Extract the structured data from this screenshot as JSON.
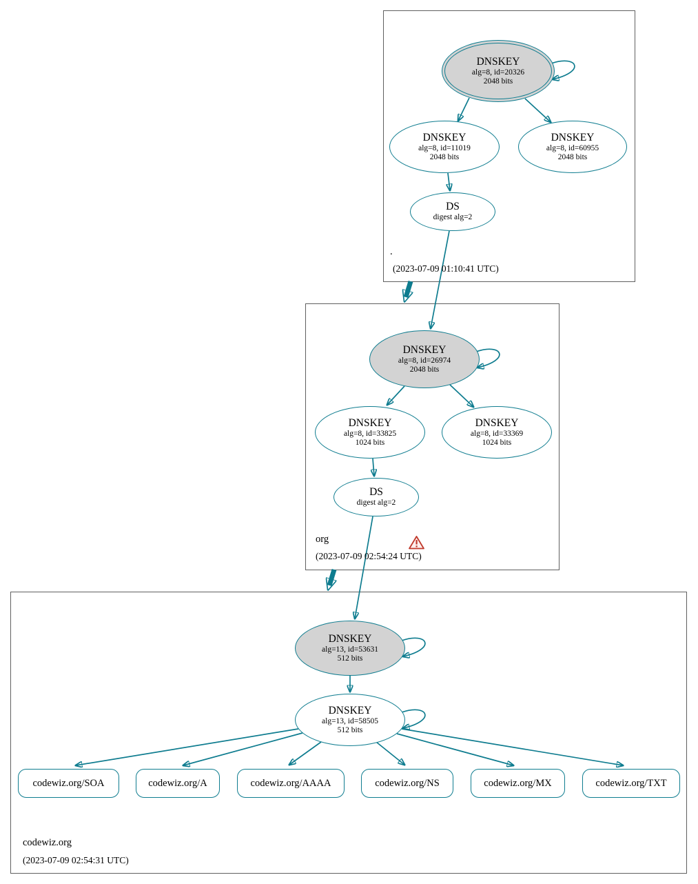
{
  "colors": {
    "edge": "#0e7c8f",
    "ksk_fill": "#d3d3d3",
    "warning": "#c0392b"
  },
  "zones": [
    {
      "label": ".",
      "timestamp": "(2023-07-09 01:10:41 UTC)",
      "ksk": {
        "title": "DNSKEY",
        "detail": "alg=8, id=20326",
        "bits": "2048 bits"
      },
      "keys": [
        {
          "title": "DNSKEY",
          "detail": "alg=8, id=11019",
          "bits": "2048 bits"
        },
        {
          "title": "DNSKEY",
          "detail": "alg=8, id=60955",
          "bits": "2048 bits"
        }
      ],
      "ds": {
        "title": "DS",
        "detail": "digest alg=2"
      }
    },
    {
      "label": "org",
      "timestamp": "(2023-07-09 02:54:24 UTC)",
      "warning_icon": "warning-triangle",
      "ksk": {
        "title": "DNSKEY",
        "detail": "alg=8, id=26974",
        "bits": "2048 bits"
      },
      "keys": [
        {
          "title": "DNSKEY",
          "detail": "alg=8, id=33825",
          "bits": "1024 bits"
        },
        {
          "title": "DNSKEY",
          "detail": "alg=8, id=33369",
          "bits": "1024 bits"
        }
      ],
      "ds": {
        "title": "DS",
        "detail": "digest alg=2"
      }
    },
    {
      "label": "codewiz.org",
      "timestamp": "(2023-07-09 02:54:31 UTC)",
      "ksk": {
        "title": "DNSKEY",
        "detail": "alg=13, id=53631",
        "bits": "512 bits"
      },
      "zsk": {
        "title": "DNSKEY",
        "detail": "alg=13, id=58505",
        "bits": "512 bits"
      },
      "rrsets": [
        "codewiz.org/SOA",
        "codewiz.org/A",
        "codewiz.org/AAAA",
        "codewiz.org/NS",
        "codewiz.org/MX",
        "codewiz.org/TXT"
      ]
    }
  ]
}
